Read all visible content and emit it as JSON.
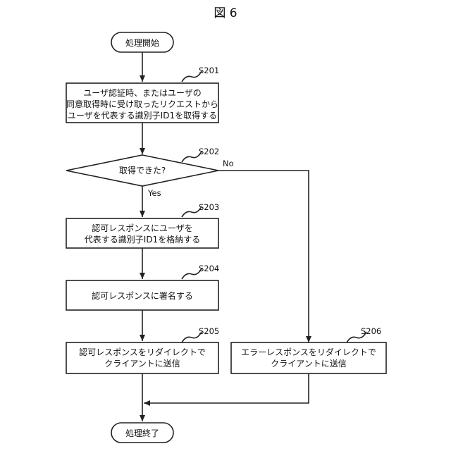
{
  "figure_title": "図 6",
  "nodes": {
    "start": {
      "text": "処理開始"
    },
    "s201": {
      "id": "S201",
      "lines": [
        "ユーザ認証時、またはユーザの",
        "同意取得時に受け取ったリクエストから",
        "ユーザを代表する識別子ID1を取得する"
      ]
    },
    "s202": {
      "id": "S202",
      "text": "取得できた?",
      "yes": "Yes",
      "no": "No"
    },
    "s203": {
      "id": "S203",
      "lines": [
        "認可レスポンスにユーザを",
        "代表する識別子ID1を格納する"
      ]
    },
    "s204": {
      "id": "S204",
      "text": "認可レスポンスに署名する"
    },
    "s205": {
      "id": "S205",
      "lines": [
        "認可レスポンスをリダイレクトで",
        "クライアントに送信"
      ]
    },
    "s206": {
      "id": "S206",
      "lines": [
        "エラーレスポンスをリダイレクトで",
        "クライアントに送信"
      ]
    },
    "end": {
      "text": "処理終了"
    }
  }
}
